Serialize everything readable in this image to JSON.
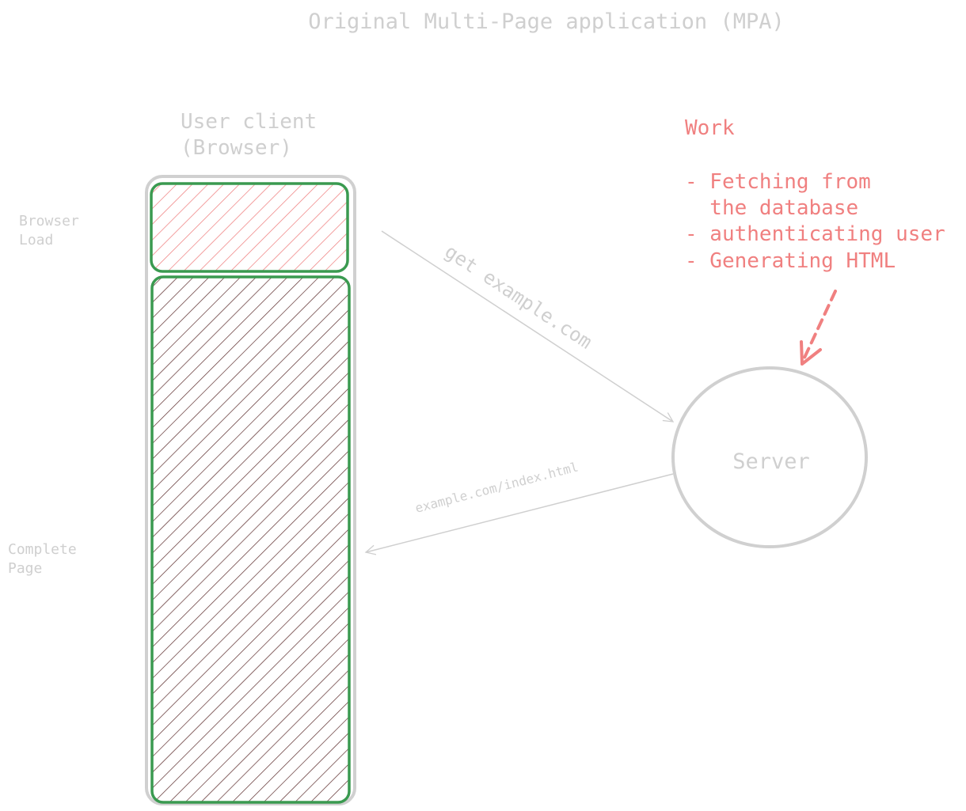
{
  "title": "Original Multi-Page application (MPA)",
  "client": {
    "label_line1": "User client",
    "label_line2": "(Browser)",
    "browser_load_line1": "Browser",
    "browser_load_line2": "Load",
    "complete_page_line1": "Complete",
    "complete_page_line2": "Page"
  },
  "server": {
    "label": "Server"
  },
  "request": {
    "label": "get example.com"
  },
  "response": {
    "label": "example.com/index.html"
  },
  "work": {
    "heading": "Work",
    "lines": [
      "- Fetching from",
      "  the database",
      "- authenticating user",
      "- Generating HTML"
    ]
  },
  "colors": {
    "muted": "#cfcfcf",
    "accent": "#f08080",
    "green": "#3a9a50",
    "hatch_dark": "#5a2a2a",
    "hatch_red": "#ee7777"
  }
}
